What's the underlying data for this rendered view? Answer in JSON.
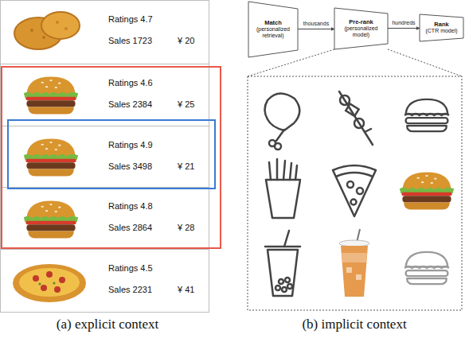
{
  "diagram": {
    "nodes": [
      {
        "text": [
          "Ratings 4.7",
          "Sales 1723",
          "¥ 20"
        ]
      },
      {
        "text": [
          "Ratings 4.6",
          "Sales 2384",
          "¥ 25"
        ]
      },
      {
        "text": [
          "Ratings 4.9",
          "Sales 3498",
          "¥ 21"
        ]
      },
      {
        "text": [
          "Ratings 4.8",
          "Sales 2864",
          "¥ 28"
        ]
      },
      {
        "text": [
          "Ratings 4.5",
          "Sales 2231",
          "¥ 41"
        ]
      },
      {
        "text": [
          "Match",
          "(personalized retrieval)"
        ]
      },
      {
        "text": [
          "Pre-rank",
          "(personalized model)"
        ]
      },
      {
        "text": [
          "Rank",
          "(CTR model)"
        ]
      }
    ],
    "edges": [
      {
        "from": 5,
        "to": 6,
        "arrow": "to",
        "label": "thousands"
      },
      {
        "from": 6,
        "to": 7,
        "arrow": "to",
        "label": "hundreds"
      }
    ],
    "labels": [
      "(a) explicit context",
      "(b) implicit context"
    ]
  }
}
